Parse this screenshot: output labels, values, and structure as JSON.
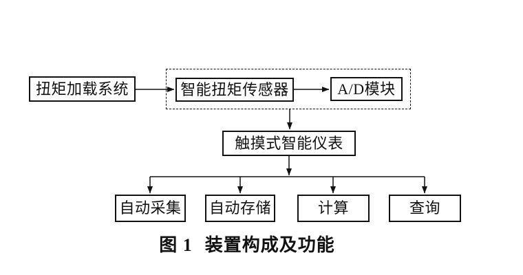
{
  "figure": {
    "nodes": {
      "torque_loading": {
        "label": "扭矩加载系统"
      },
      "smart_sensor": {
        "label": "智能扭矩传感器"
      },
      "ad_module": {
        "label": "A/D模块"
      },
      "touch_panel": {
        "label": "触摸式智能仪表"
      },
      "auto_collect": {
        "label": "自动采集"
      },
      "auto_store": {
        "label": "自动存储"
      },
      "compute": {
        "label": "计算"
      },
      "query": {
        "label": "查询"
      }
    },
    "caption": {
      "fig_no": "图 1",
      "title": "装置构成及功能"
    },
    "colors": {
      "ink": "#111111",
      "background": "#ffffff"
    }
  }
}
